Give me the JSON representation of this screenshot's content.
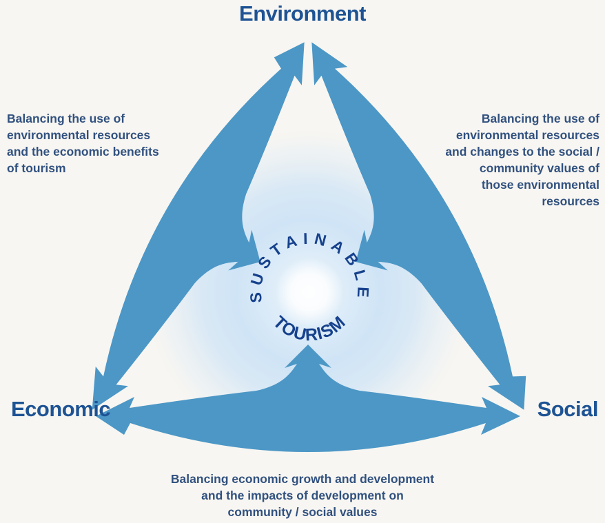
{
  "diagram": {
    "nodes": {
      "top": {
        "label": "Environment"
      },
      "bottom_left": {
        "label": "Economic"
      },
      "bottom_right": {
        "label": "Social"
      }
    },
    "center": {
      "word_top": "SUSTAINABLE",
      "word_bottom": "TOURISM"
    },
    "annotations": {
      "left": {
        "lines": [
          "Balancing the use of",
          "environmental resources",
          "and the economic benefits",
          "of tourism"
        ]
      },
      "right": {
        "lines": [
          "Balancing the use of",
          "environmental resources",
          "and changes to the social /",
          "community values of",
          "those environmental",
          "resources"
        ]
      },
      "bottom": {
        "lines": [
          "Balancing economic growth and development",
          "and the impacts of development on",
          "community / social values"
        ]
      }
    },
    "colors": {
      "arrow_band": "#4c97c6",
      "node_label": "#1e5394",
      "annotation_text": "#31517f",
      "center_text": "#16418c",
      "center_glow": "#cfe4f6",
      "background": "#f8f6f2"
    }
  }
}
